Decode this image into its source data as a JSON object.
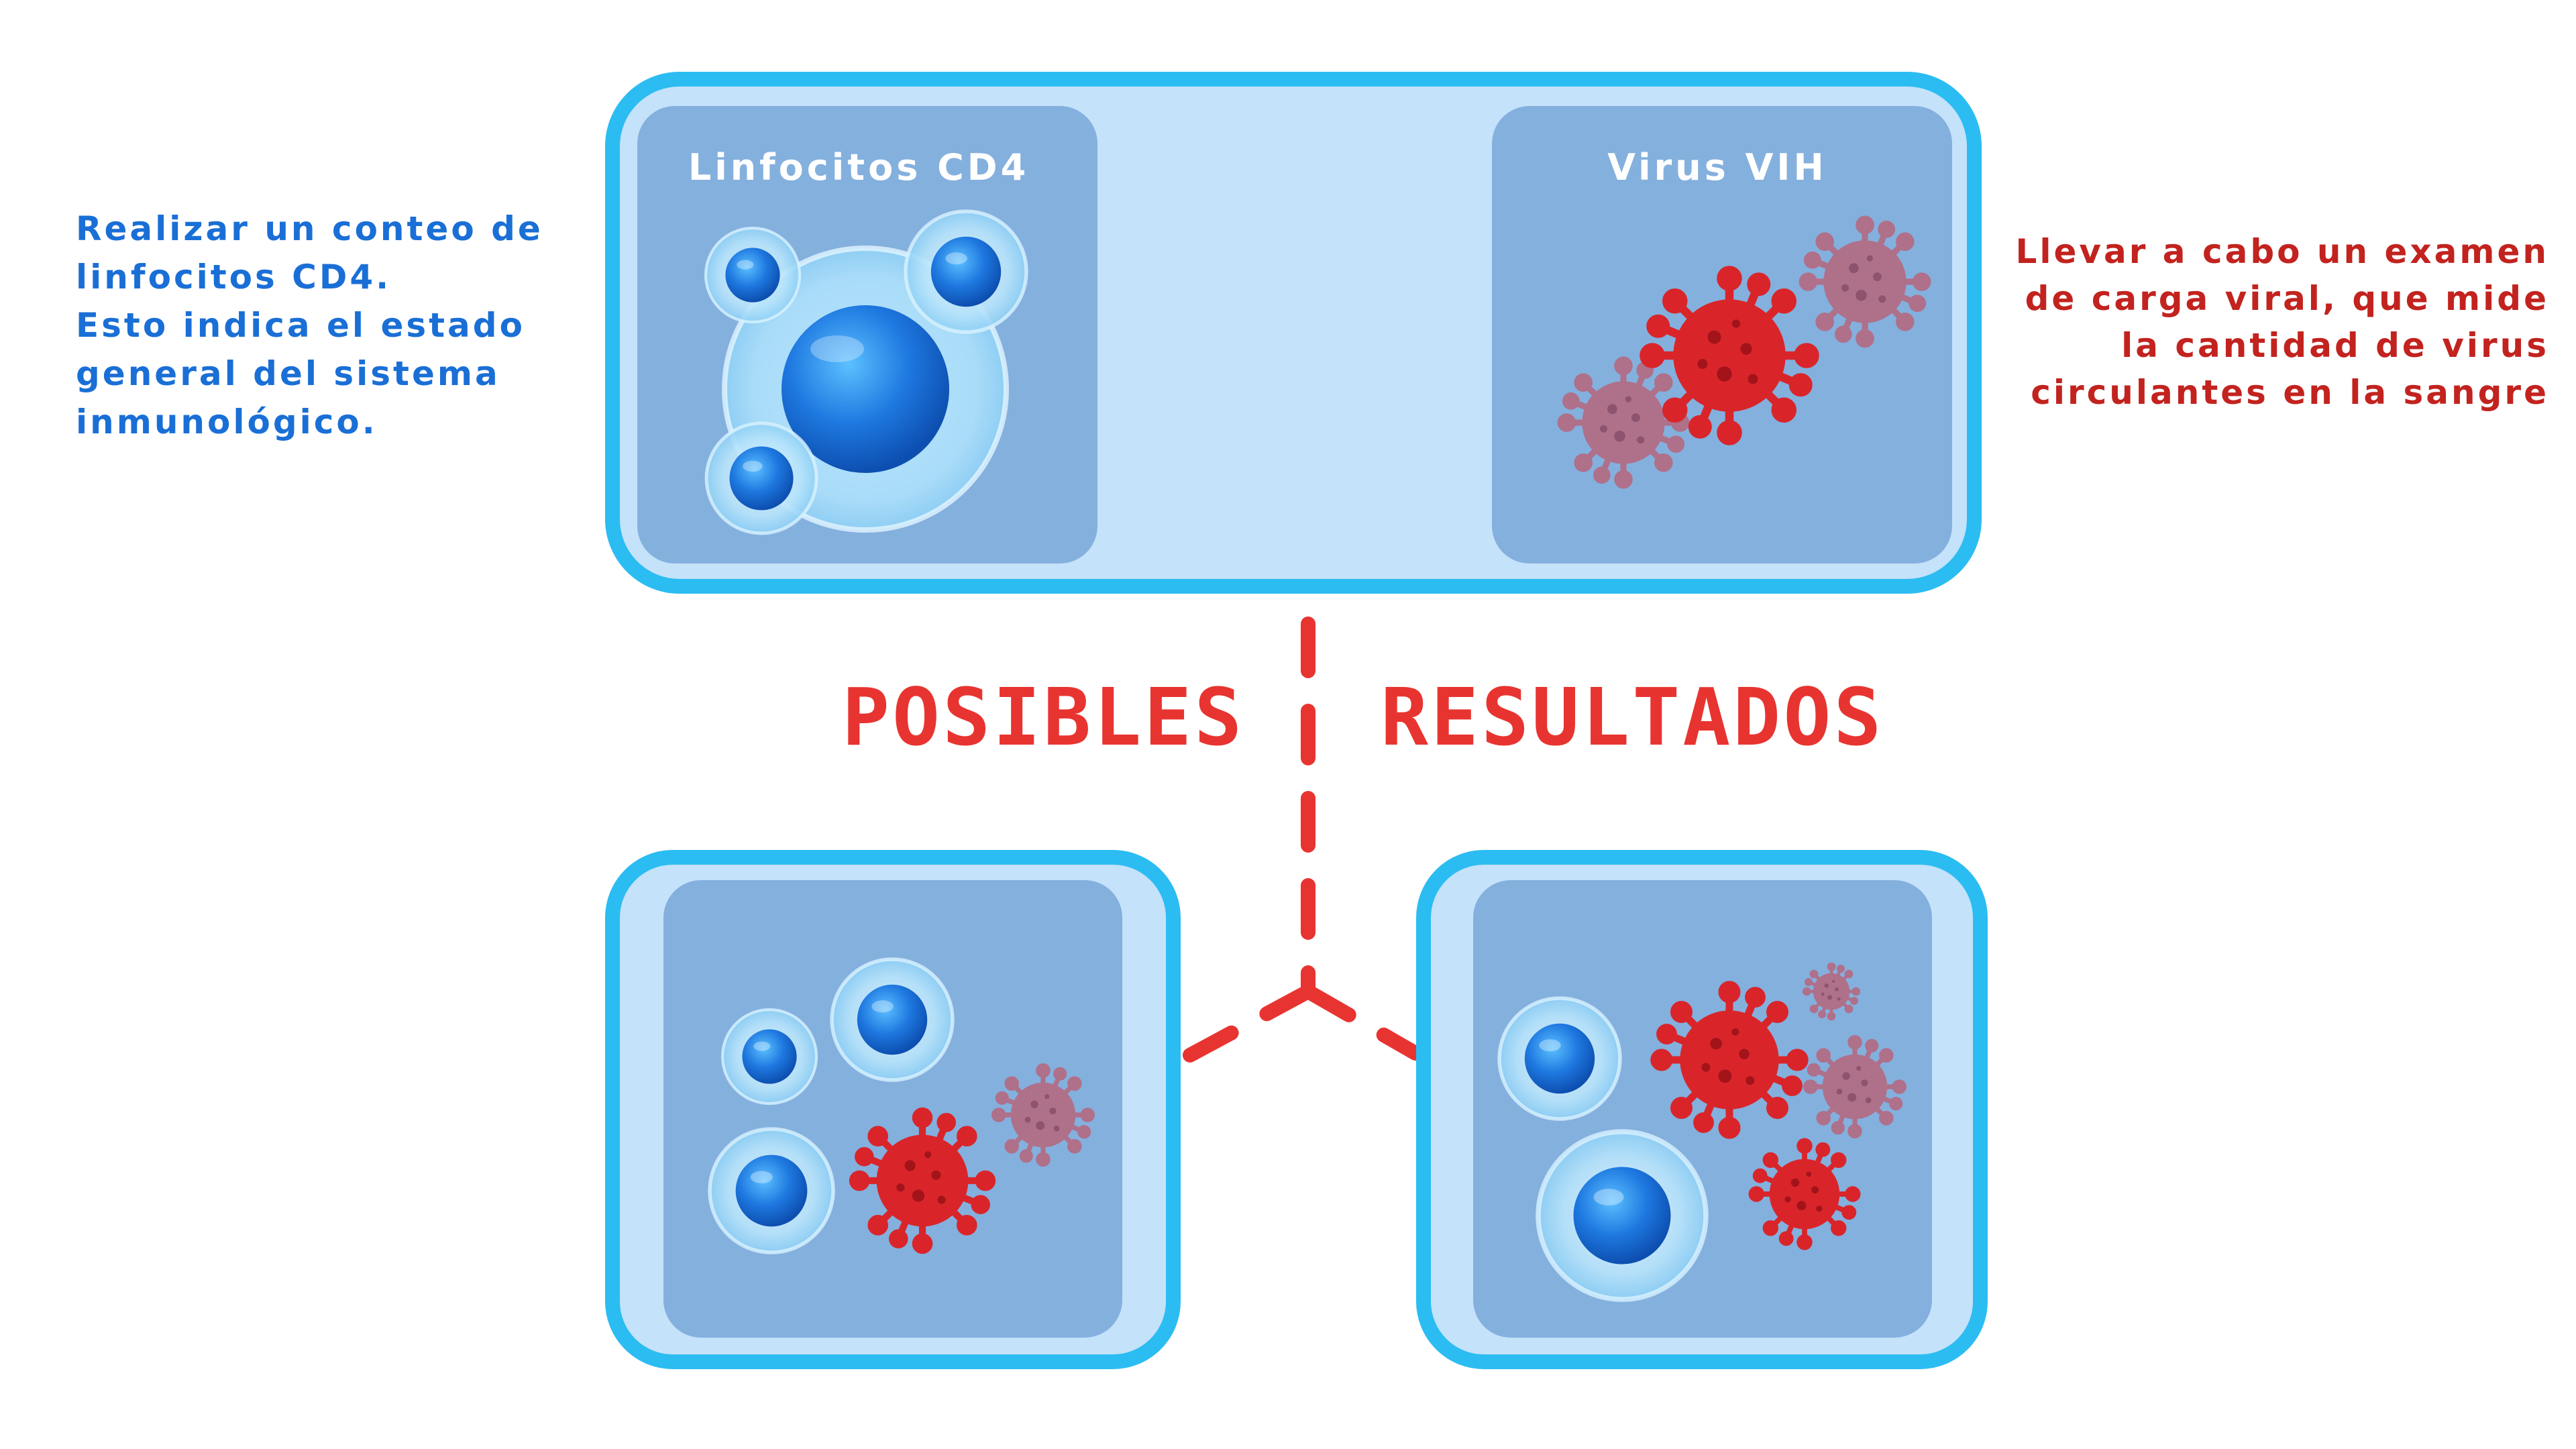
{
  "left_description": [
    "Realizar un conteo de",
    "linfocitos CD4.",
    "Esto indica el estado",
    "general del sistema",
    "inmunológico."
  ],
  "right_description": [
    "Llevar a cabo un examen",
    "de carga viral, que mide",
    "la cantidad de virus",
    "circulantes en la sangre"
  ],
  "top_panel": {
    "left_label": "Linfocitos CD4",
    "right_label": "Virus VIH"
  },
  "results": {
    "left_word": "POSIBLES",
    "right_word": "RESULTADOS"
  },
  "colors": {
    "frame_blue": "#2bbcf2",
    "light_blue": "#c4e2fa",
    "panel_blue": "#84b0de",
    "cell_blue": "#1e78e0",
    "virus_red": "#d9252a",
    "virus_faded": "#b46a82",
    "title_red": "#e83430",
    "left_text": "#1a6fd6",
    "right_text": "#c2231f"
  }
}
